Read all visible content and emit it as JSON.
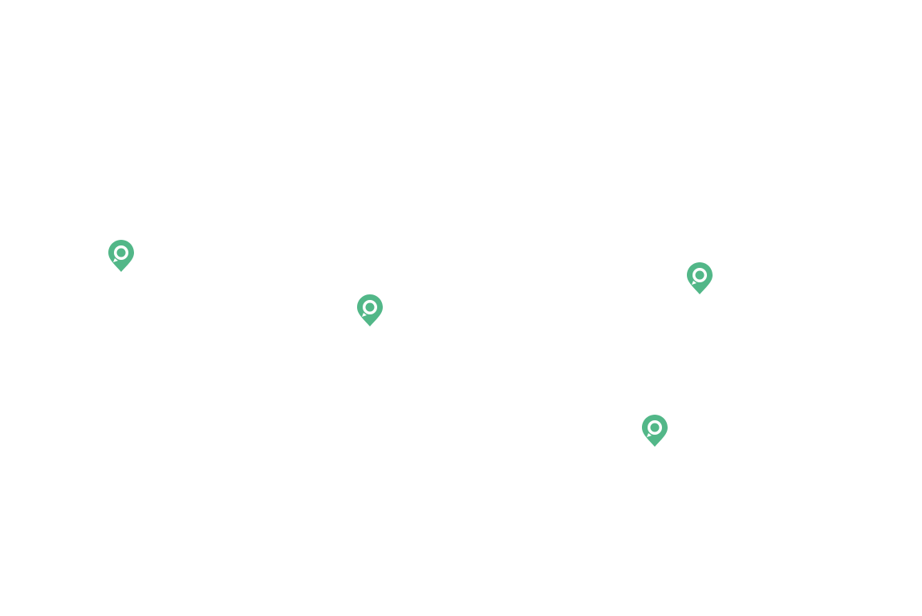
{
  "map": {
    "background_color": "#ffffff",
    "marker_color": "#52b788",
    "marker_icon": "map-pin-icon",
    "markers": [
      {
        "id": "marker-1",
        "icon": "map-pin-icon"
      },
      {
        "id": "marker-2",
        "icon": "map-pin-icon"
      },
      {
        "id": "marker-3",
        "icon": "map-pin-icon"
      },
      {
        "id": "marker-4",
        "icon": "map-pin-icon"
      }
    ]
  }
}
